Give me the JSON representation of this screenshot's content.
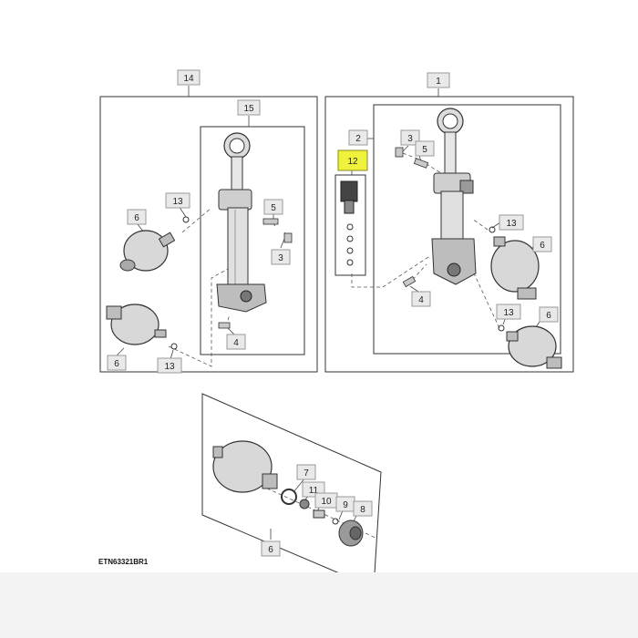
{
  "figure_code": "ETN63321BR1",
  "callouts": [
    {
      "id": "c14a",
      "label": "14",
      "highlight": false
    },
    {
      "id": "c15a",
      "label": "15",
      "highlight": false
    },
    {
      "id": "c13a",
      "label": "13",
      "highlight": false
    },
    {
      "id": "c6a",
      "label": "6",
      "highlight": false
    },
    {
      "id": "c5a",
      "label": "5",
      "highlight": false
    },
    {
      "id": "c3a",
      "label": "3",
      "highlight": false
    },
    {
      "id": "c4a",
      "label": "4",
      "highlight": false
    },
    {
      "id": "c6b",
      "label": "6",
      "highlight": false
    },
    {
      "id": "c13b",
      "label": "13",
      "highlight": false
    },
    {
      "id": "c1",
      "label": "1",
      "highlight": false
    },
    {
      "id": "c2",
      "label": "2",
      "highlight": false
    },
    {
      "id": "c3b",
      "label": "3",
      "highlight": false
    },
    {
      "id": "c5b",
      "label": "5",
      "highlight": false
    },
    {
      "id": "c12",
      "label": "12",
      "highlight": true
    },
    {
      "id": "c13c",
      "label": "13",
      "highlight": false
    },
    {
      "id": "c6c",
      "label": "6",
      "highlight": false
    },
    {
      "id": "c4b",
      "label": "4",
      "highlight": false
    },
    {
      "id": "c13d",
      "label": "13",
      "highlight": false
    },
    {
      "id": "c6d",
      "label": "6",
      "highlight": false
    },
    {
      "id": "c7",
      "label": "7",
      "highlight": false
    },
    {
      "id": "c11",
      "label": "11",
      "highlight": false
    },
    {
      "id": "c10",
      "label": "10",
      "highlight": false
    },
    {
      "id": "c9",
      "label": "9",
      "highlight": false
    },
    {
      "id": "c8",
      "label": "8",
      "highlight": false
    },
    {
      "id": "c6e",
      "label": "6",
      "highlight": false
    }
  ],
  "colors": {
    "line": "#3a3a3a",
    "callout_fill": "#e9e9e9",
    "callout_border": "#9a9a9a",
    "highlight_fill": "#eef23a",
    "part_fill": "#d8d8d8",
    "part_dark": "#555555"
  }
}
